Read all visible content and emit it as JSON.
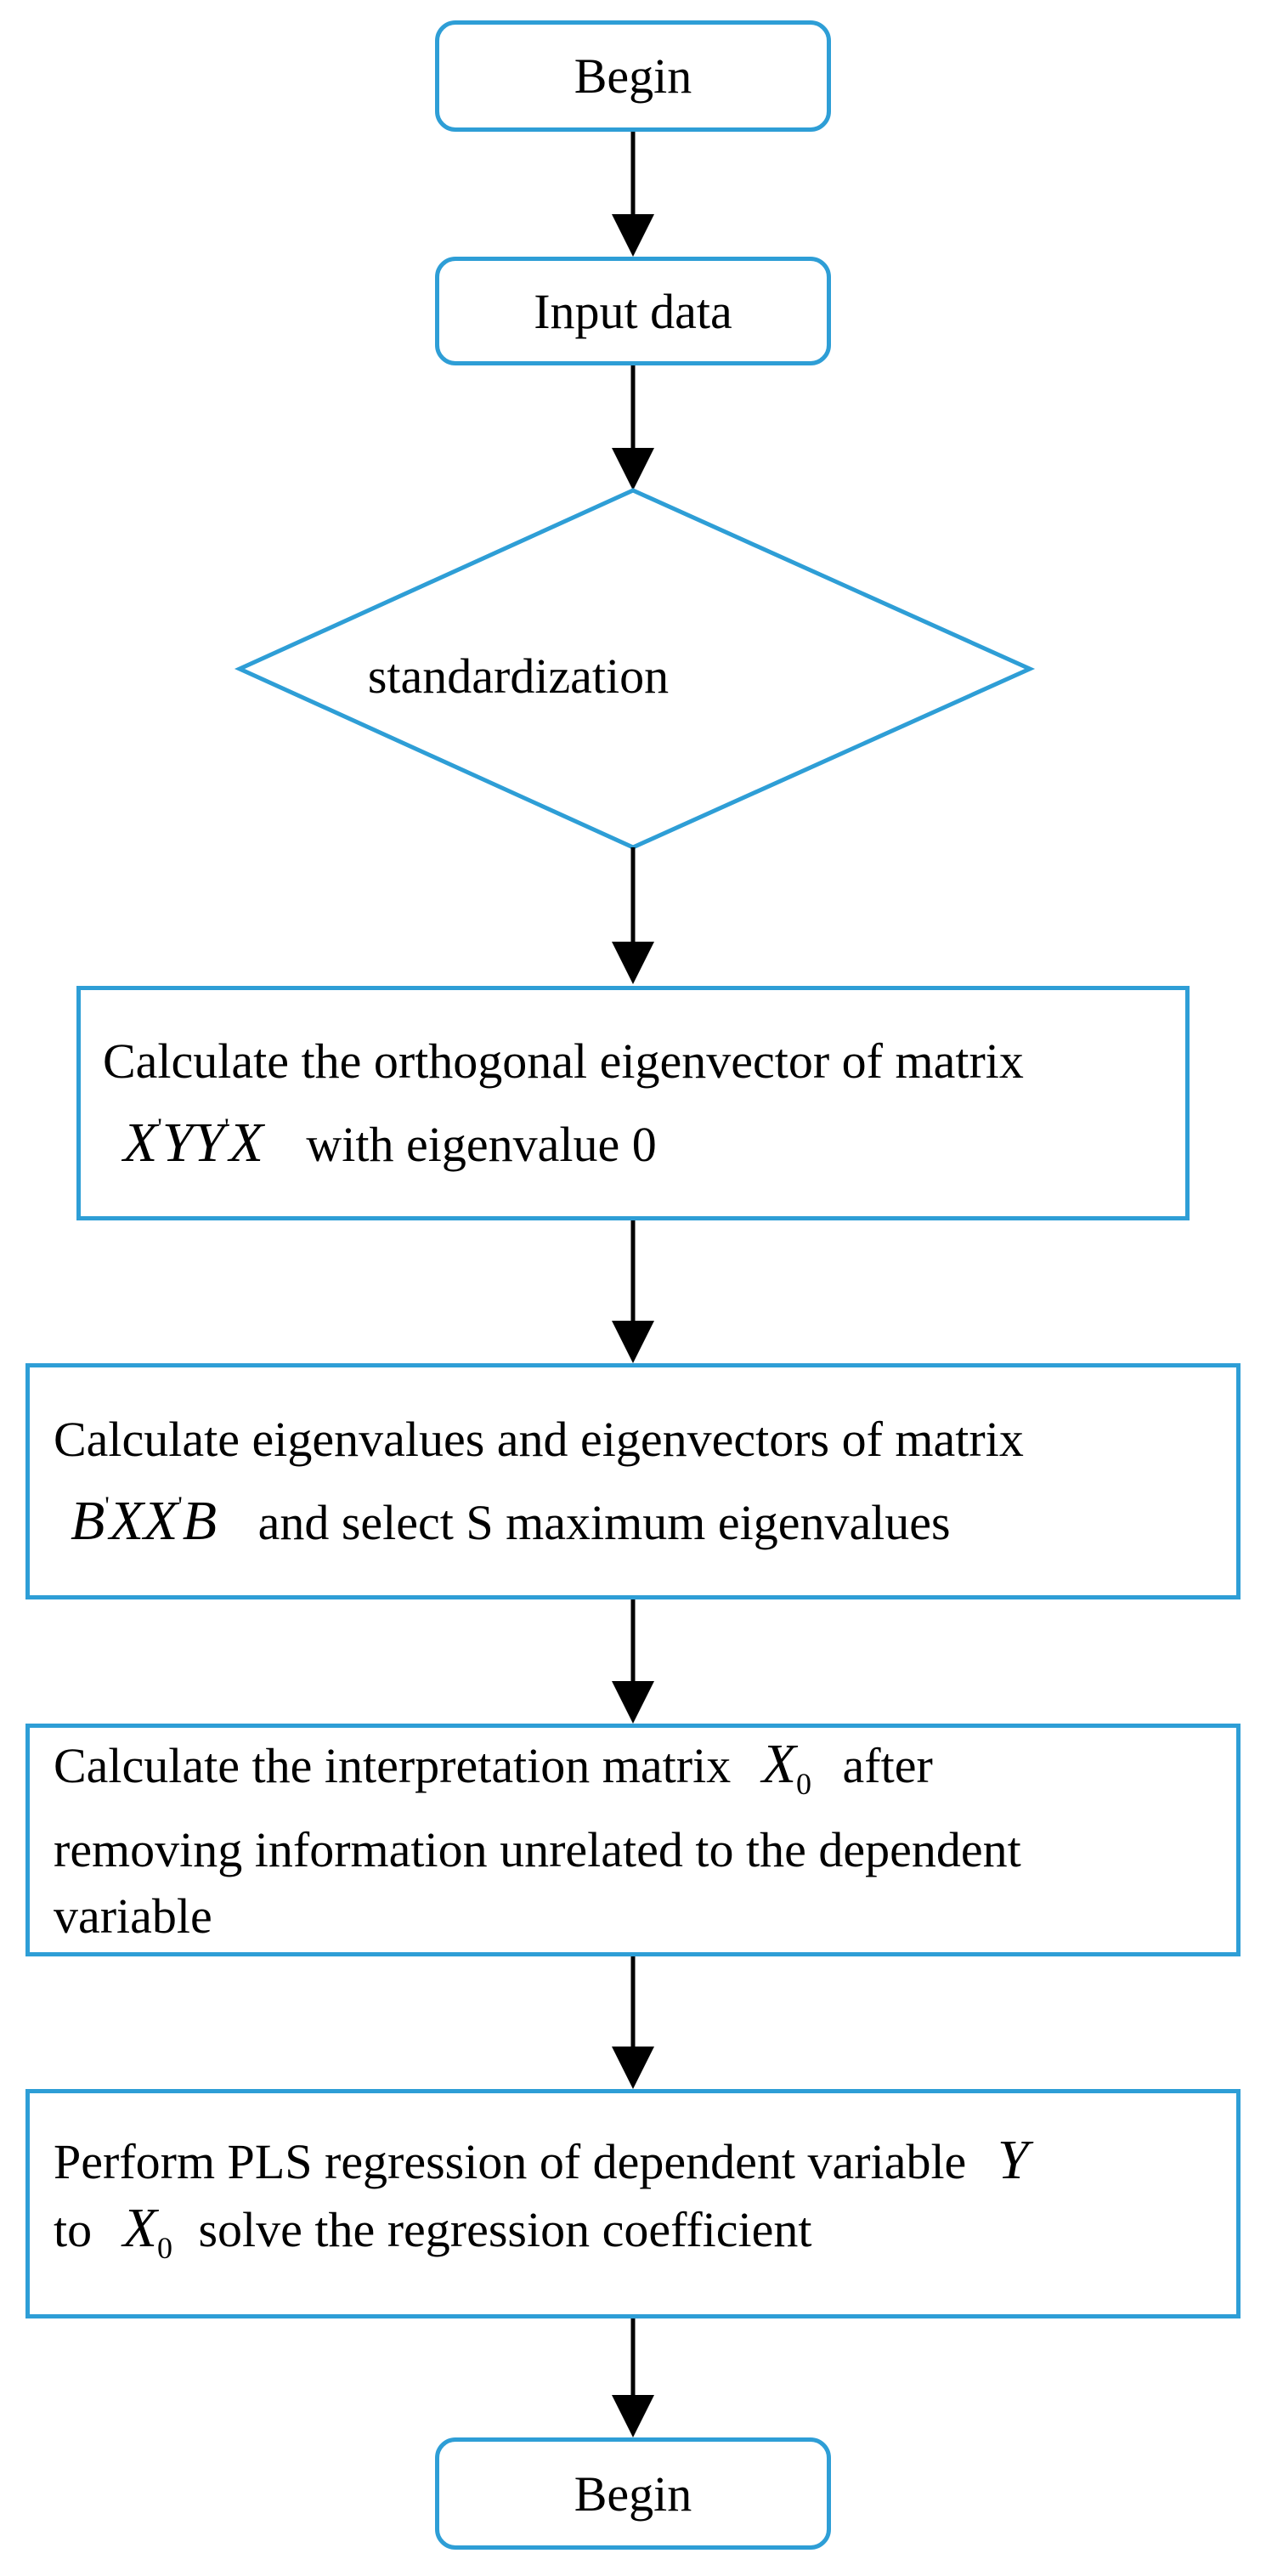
{
  "flowchart": {
    "start": {
      "label": "Begin"
    },
    "input": {
      "label": "Input data"
    },
    "decision": {
      "label": "standardization"
    },
    "step1": {
      "text": "Calculate the orthogonal eigenvector of matrix",
      "math_x1": "X",
      "math_sup1": "'",
      "math_y": "YY",
      "math_sup2": "'",
      "math_x2": "X",
      "tail": "with eigenvalue 0"
    },
    "step2": {
      "text": "Calculate eigenvalues and eigenvectors of matrix",
      "math_b1": "B",
      "math_sup1": "'",
      "math_xx": "XX",
      "math_sup2": "'",
      "math_b2": "B",
      "tail": "and select S maximum eigenvalues"
    },
    "step3": {
      "text_a": "Calculate the interpretation matrix",
      "math_x": "X",
      "math_sub": "0",
      "text_b": "after",
      "line2": "removing information unrelated to the dependent",
      "line3": "variable"
    },
    "step4": {
      "text_a": "Perform PLS regression of dependent variable",
      "math_y": "Y",
      "text_to": "to",
      "math_x": "X",
      "math_sub": "0",
      "text_b": "solve the regression coefficient"
    },
    "end": {
      "label": "Begin"
    }
  },
  "colors": {
    "node_border": "#2e9ed6",
    "arrow": "#000000"
  }
}
